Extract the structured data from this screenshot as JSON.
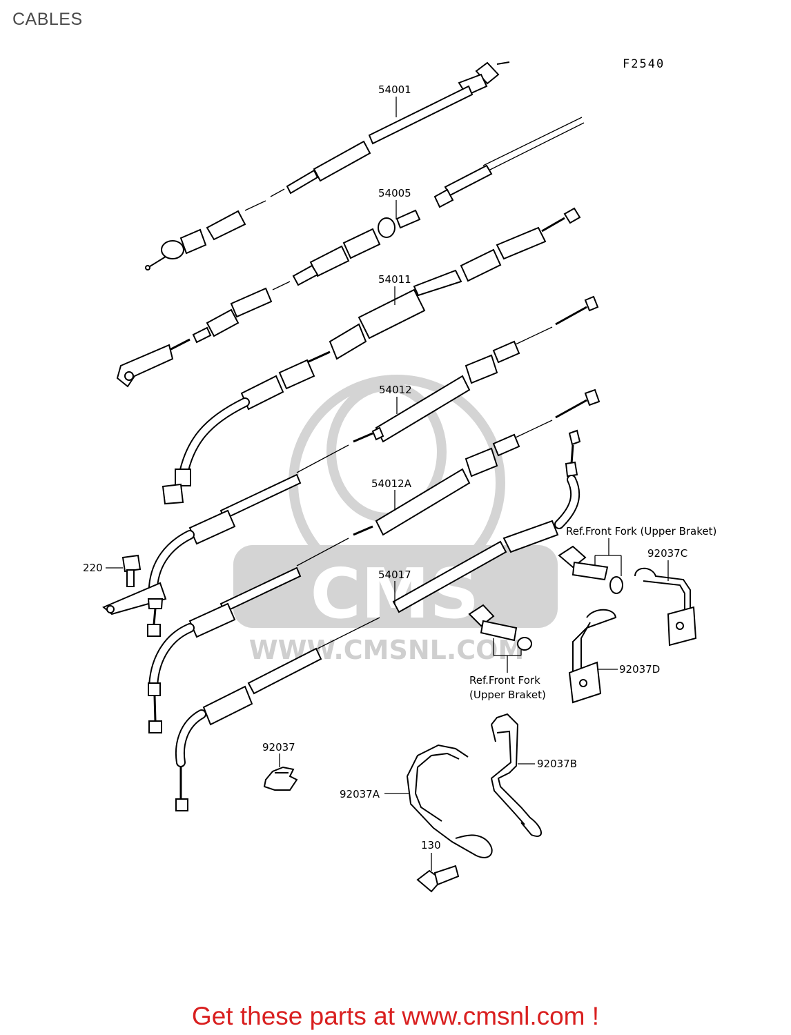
{
  "header": {
    "title": "CABLES",
    "figure_code": "F2540"
  },
  "parts": [
    {
      "id": "54001"
    },
    {
      "id": "54005"
    },
    {
      "id": "54011"
    },
    {
      "id": "54012"
    },
    {
      "id": "54012A"
    },
    {
      "id": "54017"
    },
    {
      "id": "220"
    },
    {
      "id": "92037"
    },
    {
      "id": "92037A"
    },
    {
      "id": "92037B"
    },
    {
      "id": "92037C"
    },
    {
      "id": "92037D"
    },
    {
      "id": "130"
    }
  ],
  "refs": {
    "ref_upper_right": "Ref.Front Fork (Upper Braket)",
    "ref_lower_line1": "Ref.Front Fork",
    "ref_lower_line2": "(Upper Braket)"
  },
  "watermark": {
    "text": "WWW.CMSNL.COM",
    "logo": "CMS"
  },
  "footer": {
    "text": "Get these parts at www.cmsnl.com !"
  }
}
